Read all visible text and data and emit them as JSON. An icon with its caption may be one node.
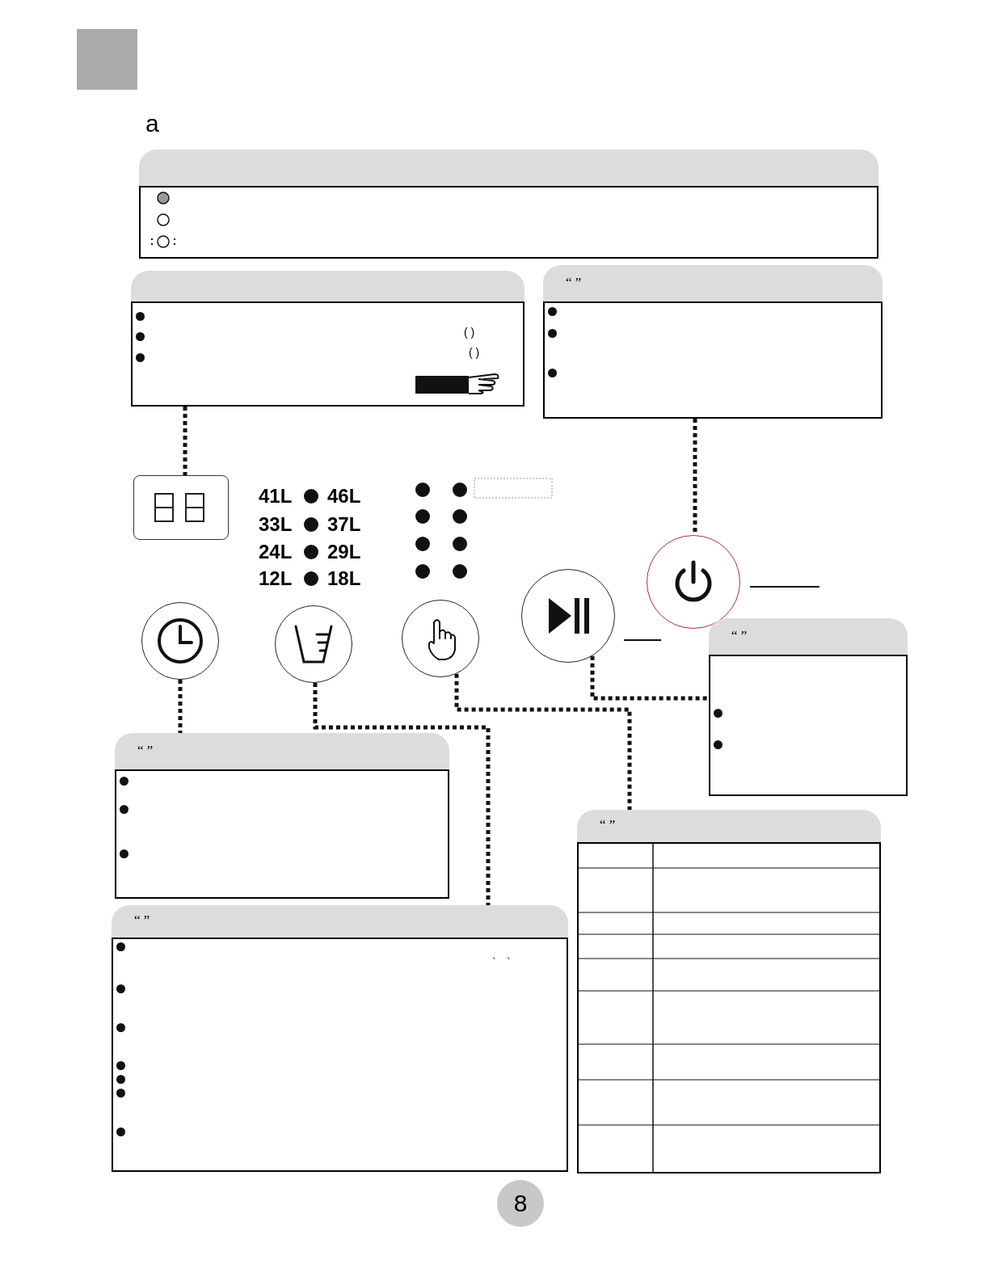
{
  "diagram": {
    "nodes": [
      {
        "text": [],
        "shape": "box"
      },
      {
        "text": [],
        "shape": "box"
      },
      {
        "text": [
          "( )",
          "( )"
        ]
      },
      {
        "text": [
          "“ ”"
        ]
      },
      {
        "text": [],
        "shape": "box"
      },
      {
        "text": [],
        "shape": "circle"
      },
      {
        "text": [],
        "shape": "circle"
      },
      {
        "text": [],
        "shape": "circle"
      },
      {
        "text": [],
        "shape": "circle"
      },
      {
        "text": [],
        "shape": "circle"
      },
      {
        "text": [
          "“ ”"
        ]
      },
      {
        "text": [
          "“ ”"
        ]
      },
      {
        "text": [
          "“ ”",
          "、 、"
        ]
      },
      {
        "text": [
          "“ ”"
        ]
      }
    ],
    "edges": [
      {
        "from": 2,
        "to": 4,
        "arrow": "none",
        "style": "dashed"
      },
      {
        "from": 3,
        "to": 9,
        "arrow": "none",
        "style": "dashed"
      },
      {
        "from": 5,
        "to": 11,
        "arrow": "none",
        "style": "dashed"
      },
      {
        "from": 6,
        "to": 12,
        "arrow": "none",
        "style": "dashed"
      },
      {
        "from": 7,
        "to": 13,
        "arrow": "none",
        "style": "dashed"
      },
      {
        "from": 8,
        "to": 10,
        "arrow": "none",
        "style": "dashed"
      }
    ],
    "labels": [
      "a",
      "41L",
      "46L",
      "33L",
      "37L",
      "24L",
      "29L",
      "12L",
      "18L",
      "8"
    ]
  }
}
